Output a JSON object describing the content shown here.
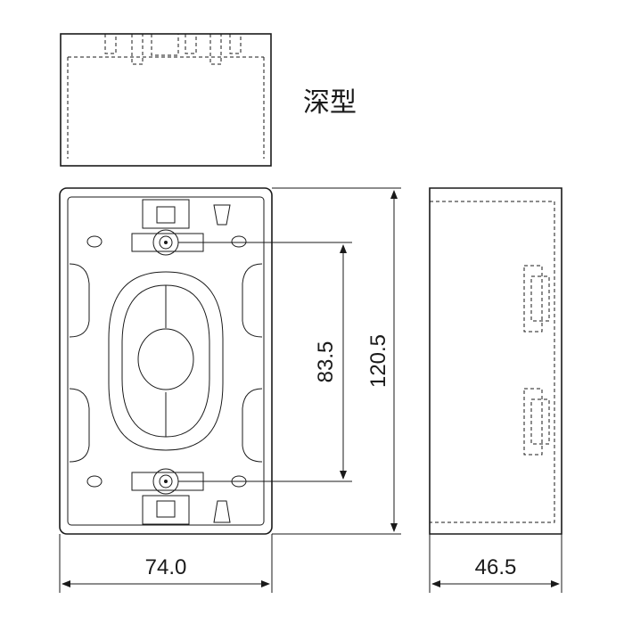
{
  "title": "深型",
  "dimensions": {
    "width": "74.0",
    "depth": "46.5",
    "height": "120.5",
    "hole_pitch": "83.5"
  }
}
